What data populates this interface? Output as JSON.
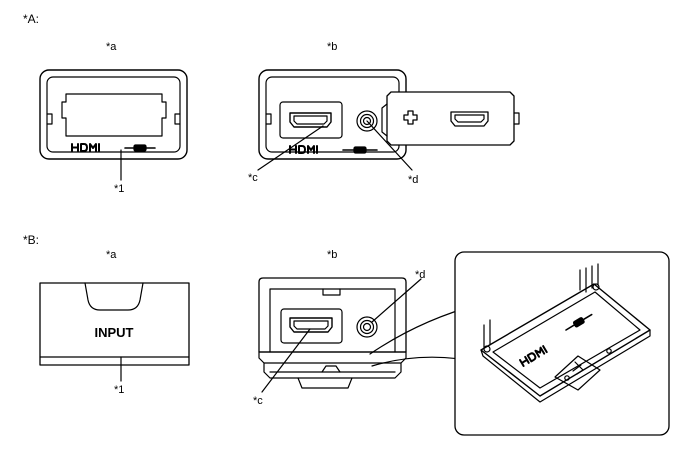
{
  "sections": {
    "A": {
      "label": "*A:"
    },
    "B": {
      "label": "*B:"
    }
  },
  "views": {
    "A_a": "*a",
    "A_b": "*b",
    "B_a": "*a",
    "B_b": "*b"
  },
  "callouts": {
    "A_1": "*1",
    "A_c": "*c",
    "A_d": "*d",
    "B_1": "*1",
    "B_c": "*c",
    "B_d": "*d"
  },
  "cover_text": "INPUT",
  "hdmi_logo_text": "HDMI",
  "icons": [
    "hdmi-port-icon",
    "audio-jack-icon",
    "plus-icon",
    "hdmi-logo-icon",
    "audio-plug-icon"
  ]
}
